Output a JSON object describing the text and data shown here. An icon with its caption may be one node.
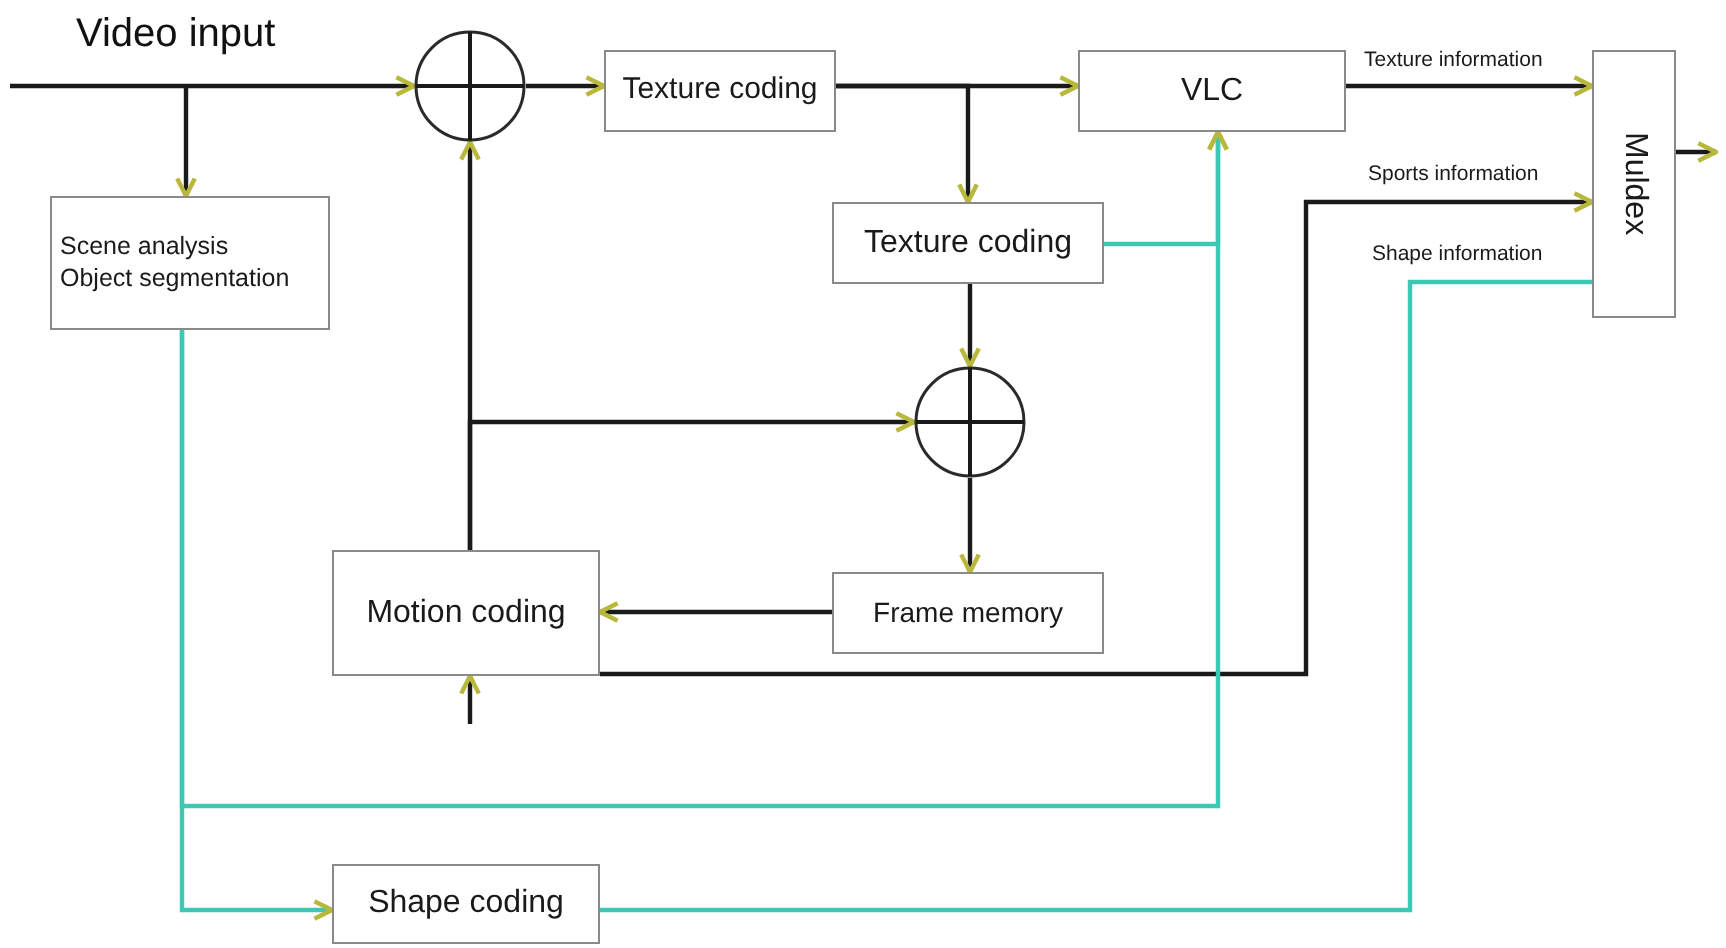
{
  "diagram": {
    "nodes": [
      {
        "text": [
          "Scene analysis",
          "Object segmentation"
        ]
      },
      {
        "text": [],
        "shape": "circle"
      },
      {
        "text": [
          "Texture coding"
        ]
      },
      {
        "text": [
          "VLC"
        ]
      },
      {
        "text": [
          "Texture coding"
        ]
      },
      {
        "text": [],
        "shape": "circle"
      },
      {
        "text": [
          "Motion coding"
        ]
      },
      {
        "text": [
          "Frame memory"
        ]
      },
      {
        "text": [
          "Muldex"
        ]
      },
      {
        "text": [
          "Shape coding"
        ]
      }
    ],
    "edges": [
      {
        "from": null,
        "to": 1,
        "arrow": "to"
      },
      {
        "from": null,
        "to": 0,
        "arrow": "to"
      },
      {
        "from": 1,
        "to": 2,
        "arrow": "to"
      },
      {
        "from": 2,
        "to": 3,
        "arrow": "to"
      },
      {
        "from": 2,
        "to": 4,
        "arrow": "to"
      },
      {
        "from": 4,
        "to": 5,
        "arrow": "to"
      },
      {
        "from": 5,
        "to": 7,
        "arrow": "to"
      },
      {
        "from": 7,
        "to": 6,
        "arrow": "to"
      },
      {
        "from": 6,
        "to": 1,
        "arrow": "to"
      },
      {
        "from": 6,
        "to": 5,
        "arrow": "to"
      },
      {
        "from": 6,
        "to": 8,
        "arrow": "to",
        "label": "Sports information"
      },
      {
        "from": null,
        "to": 6,
        "arrow": "to"
      },
      {
        "from": 3,
        "to": 8,
        "arrow": "to",
        "label": "Texture information"
      },
      {
        "from": 8,
        "to": null,
        "arrow": "to"
      },
      {
        "from": 0,
        "to": 3,
        "arrow": "to",
        "color": "#3cc8b4"
      },
      {
        "from": 4,
        "to": 3,
        "arrow": "to",
        "color": "#3cc8b4"
      },
      {
        "from": 0,
        "to": 9,
        "arrow": "to",
        "color": "#3cc8b4"
      },
      {
        "from": 9,
        "to": 8,
        "arrow": "none",
        "color": "#3cc8b4",
        "label": "Shape information"
      }
    ],
    "labels": [
      "Video input"
    ]
  }
}
